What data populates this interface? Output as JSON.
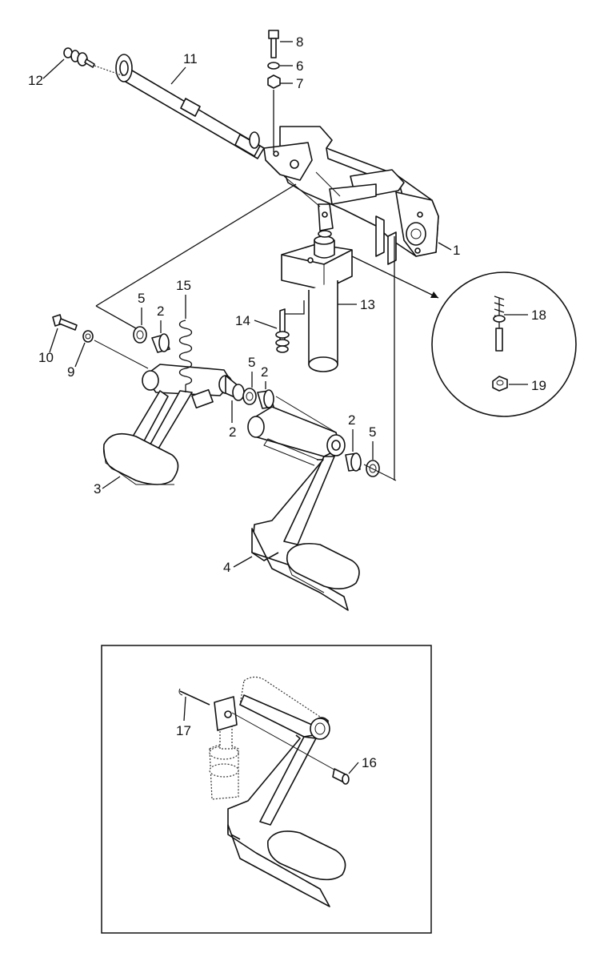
{
  "diagram": {
    "callouts": [
      {
        "id": "c1",
        "text": "1"
      },
      {
        "id": "c2a",
        "text": "2"
      },
      {
        "id": "c2b",
        "text": "2"
      },
      {
        "id": "c2c",
        "text": "2"
      },
      {
        "id": "c2d",
        "text": "2"
      },
      {
        "id": "c3",
        "text": "3"
      },
      {
        "id": "c4",
        "text": "4"
      },
      {
        "id": "c5a",
        "text": "5"
      },
      {
        "id": "c5b",
        "text": "5"
      },
      {
        "id": "c5c",
        "text": "5"
      },
      {
        "id": "c6",
        "text": "6"
      },
      {
        "id": "c7",
        "text": "7"
      },
      {
        "id": "c8",
        "text": "8"
      },
      {
        "id": "c9",
        "text": "9"
      },
      {
        "id": "c10",
        "text": "10"
      },
      {
        "id": "c11",
        "text": "11"
      },
      {
        "id": "c12",
        "text": "12"
      },
      {
        "id": "c13",
        "text": "13"
      },
      {
        "id": "c14",
        "text": "14"
      },
      {
        "id": "c15",
        "text": "15"
      },
      {
        "id": "c16",
        "text": "16"
      },
      {
        "id": "c17",
        "text": "17"
      },
      {
        "id": "c18",
        "text": "18"
      },
      {
        "id": "c19",
        "text": "19"
      }
    ]
  }
}
